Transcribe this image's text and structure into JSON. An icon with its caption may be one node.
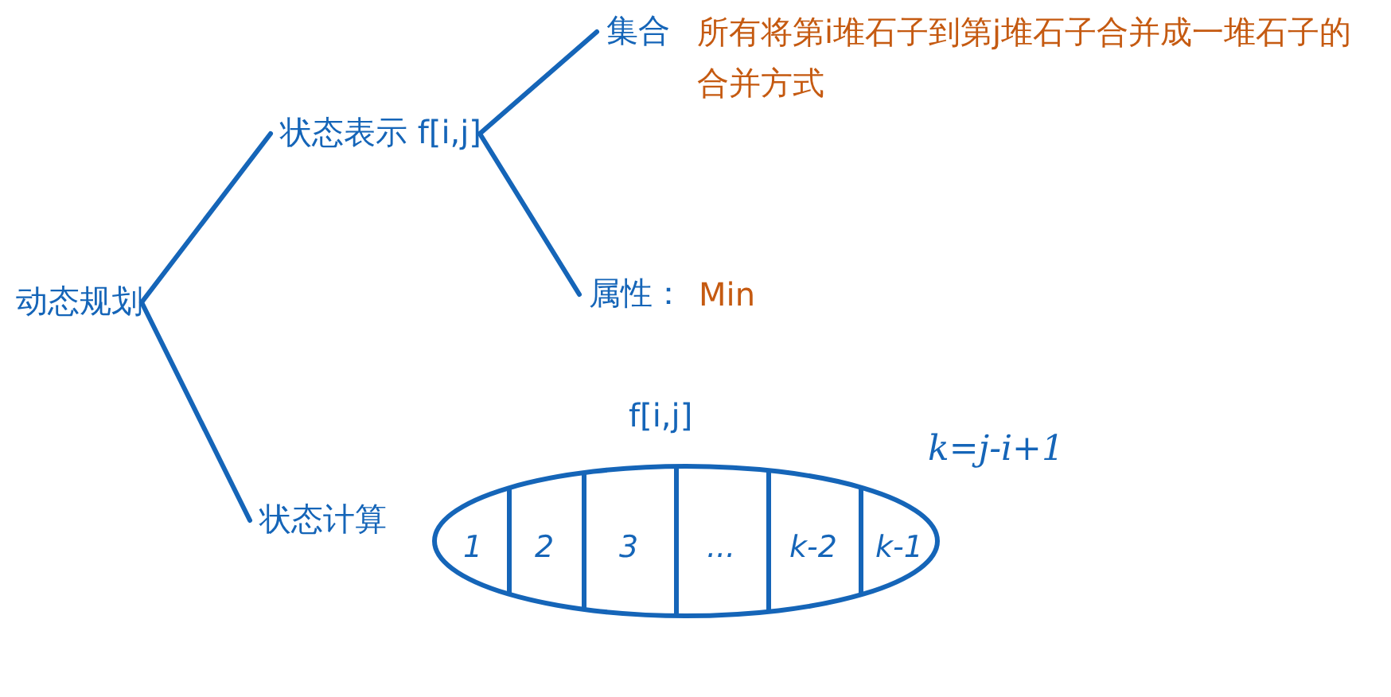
{
  "diagram": {
    "nodes": [
      {
        "text": [
          "动态规划"
        ]
      },
      {
        "text": [
          "状态表示 f[i,j]"
        ]
      },
      {
        "text": [
          "集合"
        ],
        "beside": [
          "所有将第i堆石子到第j堆石子合并成一堆石子的合并方式"
        ]
      },
      {
        "text": [
          "属性："
        ],
        "beside": [
          "Min"
        ]
      },
      {
        "text": [
          "状态计算"
        ]
      },
      {
        "text": [
          "f[i,j]"
        ]
      },
      {
        "text": [
          "1"
        ],
        "in": 5
      },
      {
        "text": [
          "2"
        ],
        "in": 5
      },
      {
        "text": [
          "3"
        ],
        "in": 5
      },
      {
        "text": [
          "..."
        ],
        "in": 5
      },
      {
        "text": [
          "k-2"
        ],
        "in": 5
      },
      {
        "text": [
          "k-1"
        ],
        "in": 5
      }
    ],
    "edges": [
      {
        "from": 0,
        "to": 1,
        "arrow": "none"
      },
      {
        "from": 0,
        "to": 4,
        "arrow": "none"
      },
      {
        "from": 1,
        "to": 2,
        "arrow": "none"
      },
      {
        "from": 1,
        "to": 3,
        "arrow": "none"
      }
    ],
    "labels": [
      "k=j-i+1"
    ]
  }
}
